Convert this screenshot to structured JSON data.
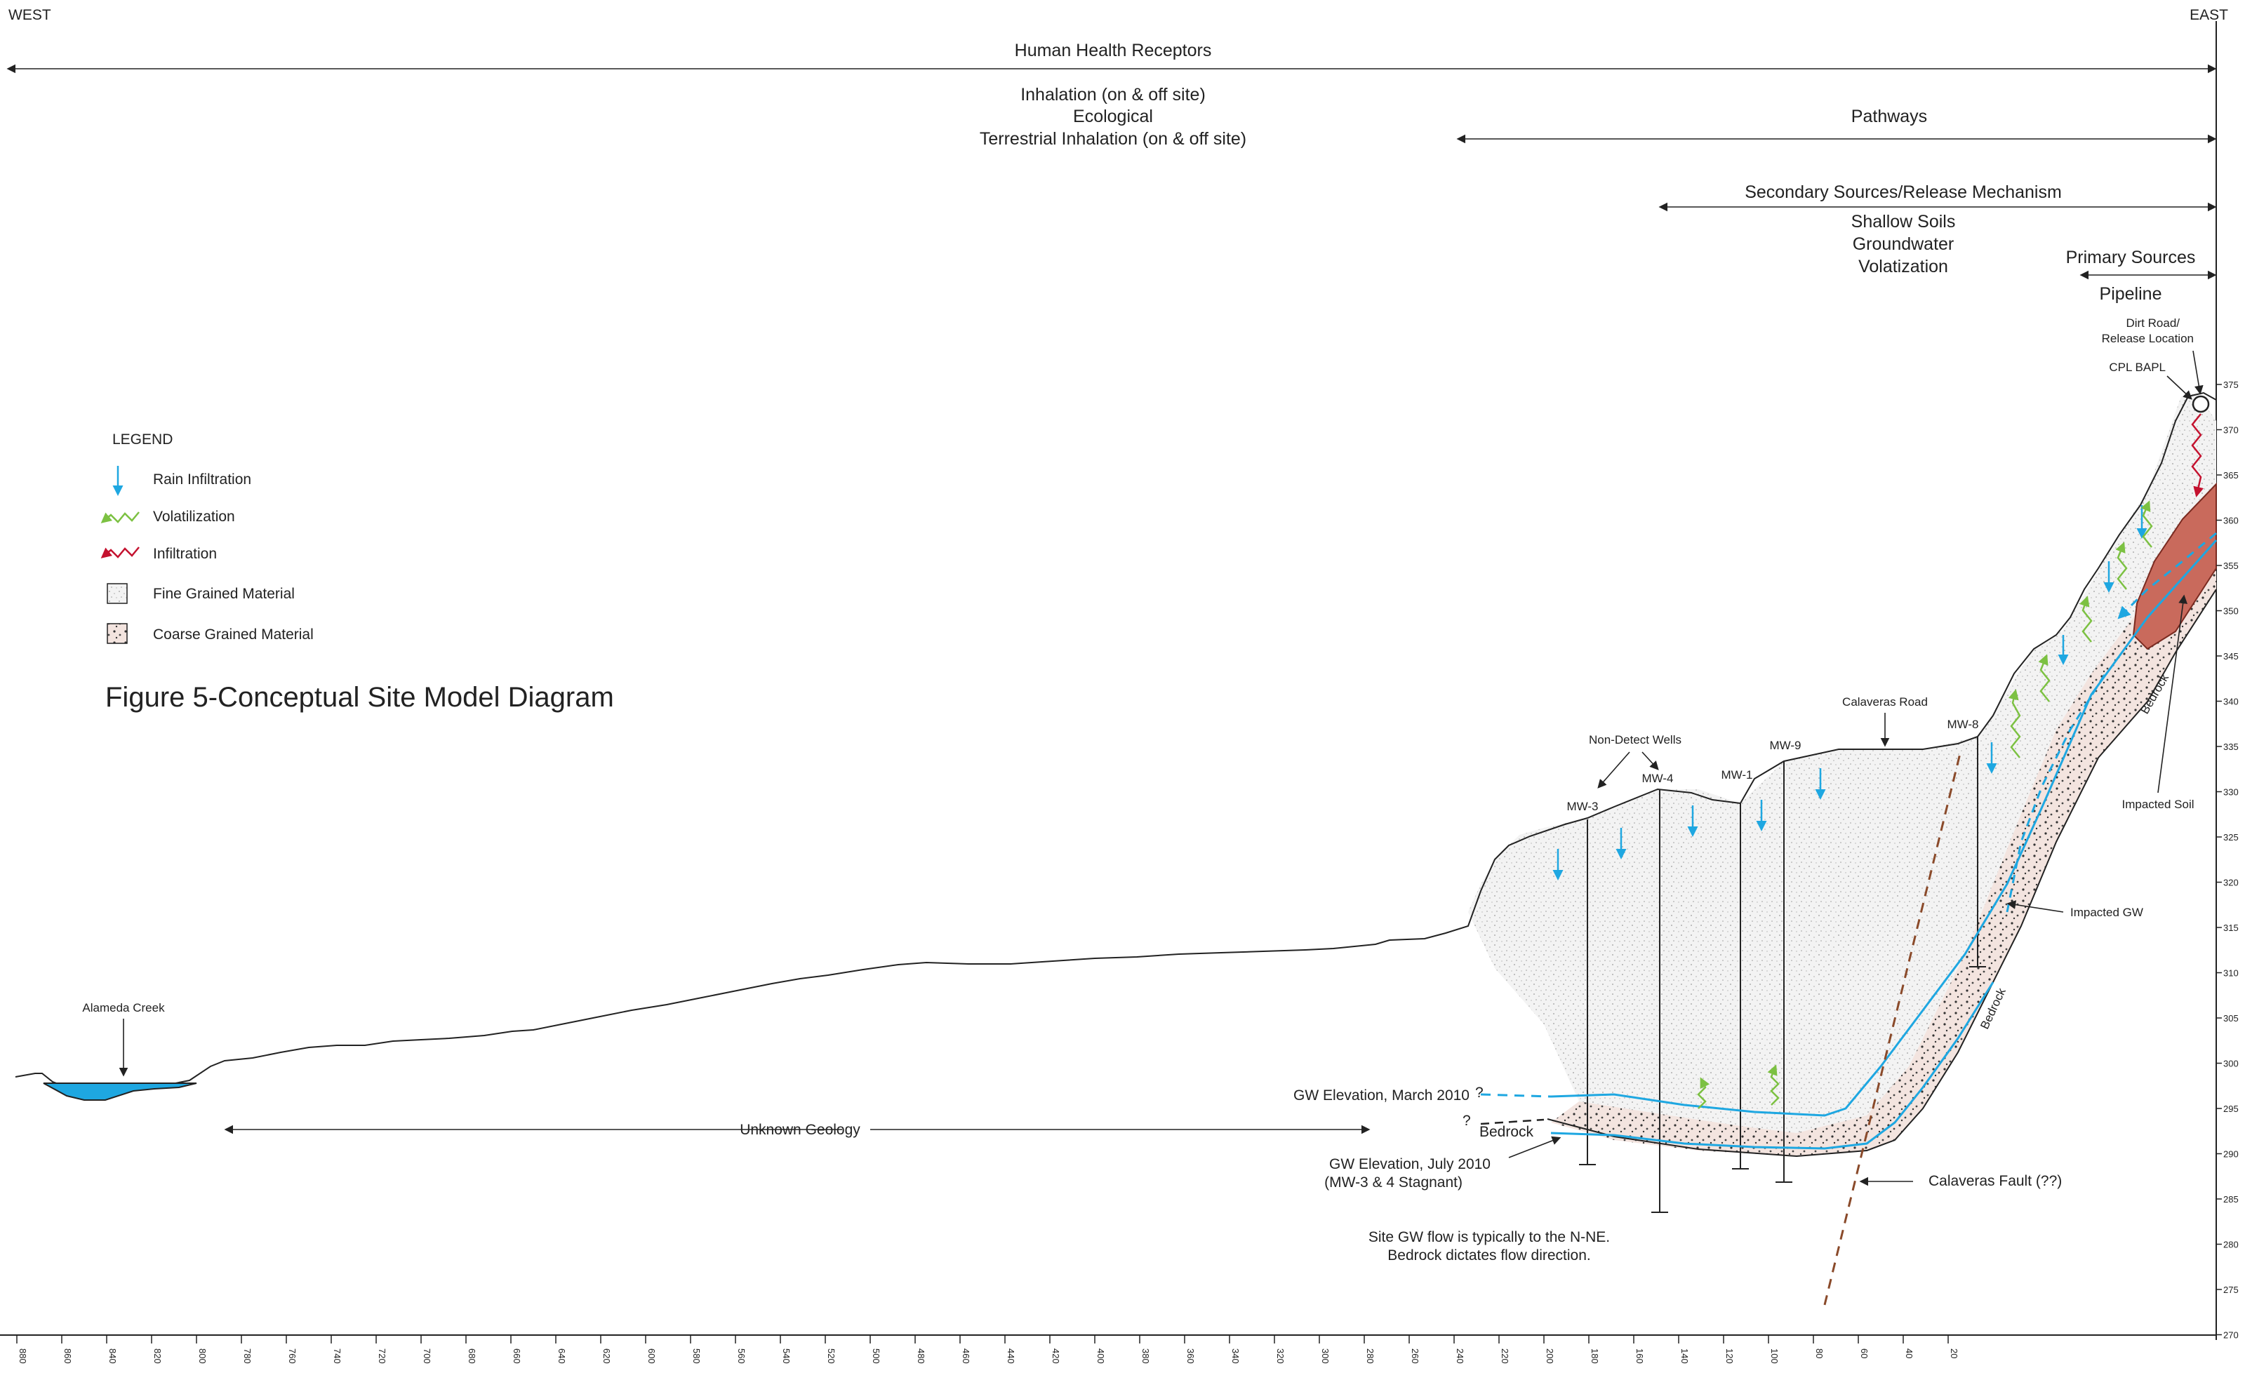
{
  "header": {
    "west": "WEST",
    "east": "EAST",
    "human_health": "Human Health Receptors",
    "inhalation": "Inhalation (on & off site)",
    "ecological": "Ecological",
    "terrestrial": "Terrestrial Inhalation (on & off site)",
    "pathways": "Pathways",
    "secondary": "Secondary Sources/Release Mechanism",
    "shallow_soils": "Shallow Soils",
    "groundwater": "Groundwater",
    "volatization": "Volatization",
    "primary": "Primary Sources",
    "pipeline": "Pipeline"
  },
  "legend": {
    "title": "LEGEND",
    "items": [
      "Rain Infiltration",
      "Volatilization",
      "Infiltration",
      "Fine Grained Material",
      "Coarse Grained Material"
    ],
    "colors": {
      "rain": "#1ea7e1",
      "volatilization": "#7cc142",
      "infiltration": "#c4122f"
    }
  },
  "figure_title": "Figure 5-Conceptual Site Model Diagram",
  "labels": {
    "dirt_road_1": "Dirt Road/",
    "dirt_road_2": "Release Location",
    "cpl_bapl": "CPL BAPL",
    "non_detect": "Non-Detect Wells",
    "calaveras_road": "Calaveras Road",
    "impacted_soil": "Impacted Soil",
    "impacted_gw": "Impacted GW",
    "bedrock_upper": "Bedrock",
    "bedrock_lower": "Bedrock",
    "bedrock_left": "Bedrock",
    "q1": "?",
    "q2": "?",
    "gw_march": "GW Elevation, March 2010",
    "gw_july_1": "GW Elevation, July 2010",
    "gw_july_2": "(MW-3 & 4 Stagnant)",
    "calaveras_fault": "Calaveras Fault (??)",
    "site_flow_1": "Site GW flow is typically to the N-NE.",
    "site_flow_2": "Bedrock dictates flow direction.",
    "alameda": "Alameda Creek",
    "unknown_geology": "Unknown Geology"
  },
  "wells": [
    "MW-3",
    "MW-4",
    "MW-1",
    "MW-9",
    "MW-8"
  ],
  "x_ticks": [
    "880",
    "860",
    "840",
    "820",
    "800",
    "780",
    "760",
    "740",
    "720",
    "700",
    "680",
    "660",
    "640",
    "620",
    "600",
    "580",
    "560",
    "540",
    "520",
    "500",
    "480",
    "460",
    "440",
    "420",
    "400",
    "380",
    "360",
    "340",
    "320",
    "300",
    "280",
    "260",
    "240",
    "220",
    "200",
    "180",
    "160",
    "140",
    "120",
    "100",
    "80",
    "60",
    "40",
    "20"
  ],
  "y_ticks": [
    "375",
    "370",
    "365",
    "360",
    "355",
    "350",
    "345",
    "340",
    "335",
    "330",
    "325",
    "320",
    "315",
    "310",
    "305",
    "300",
    "295",
    "290",
    "285",
    "280",
    "275",
    "270"
  ],
  "colors": {
    "rain": "#1ea7e1",
    "volatilization": "#7cc142",
    "infiltration": "#c4122f",
    "impacted_soil": "#c96a5c",
    "bedrock_fill": "#f0d2c8",
    "creek": "#1ea7e1",
    "fault": "#8a4a2a"
  }
}
